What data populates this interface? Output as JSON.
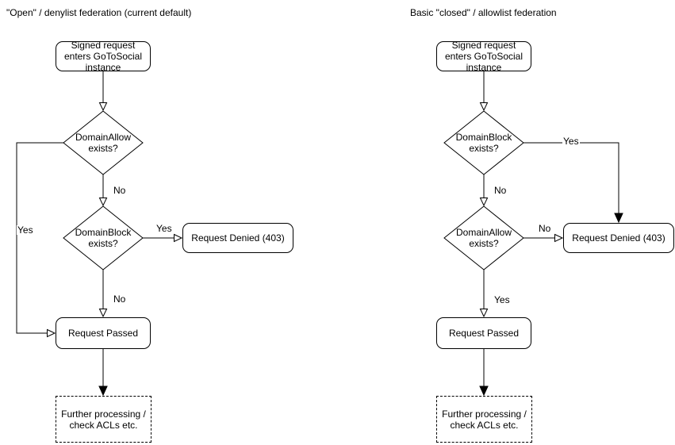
{
  "left": {
    "title": "\"Open\" / denylist federation (current default)",
    "nodes": {
      "start": "Signed request enters GoToSocial instance",
      "decision1": "DomainAllow exists?",
      "decision2": "DomainBlock exists?",
      "denied": "Request Denied (403)",
      "passed": "Request Passed",
      "further": "Further processing / check ACLs etc."
    },
    "labels": {
      "allow_no": "No",
      "allow_yes": "Yes",
      "block_yes": "Yes",
      "block_no": "No"
    }
  },
  "right": {
    "title": "Basic \"closed\" / allowlist federation",
    "nodes": {
      "start": "Signed request enters GoToSocial instance",
      "decision1": "DomainBlock exists?",
      "decision2": "DomainAllow exists?",
      "denied": "Request Denied (403)",
      "passed": "Request Passed",
      "further": "Further processing / check ACLs etc."
    },
    "labels": {
      "block_yes": "Yes",
      "block_no": "No",
      "allow_no": "No",
      "allow_yes": "Yes"
    }
  },
  "colors": {
    "line": "#000000",
    "background": "#ffffff"
  }
}
